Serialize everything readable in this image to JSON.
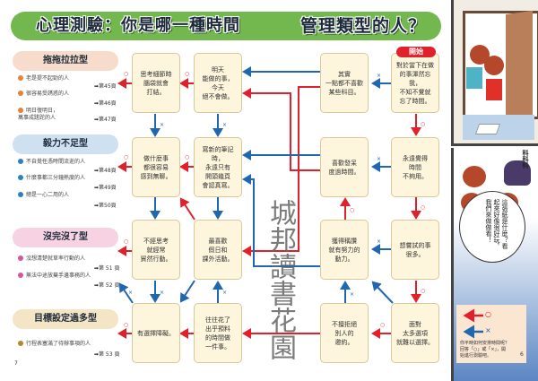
{
  "header": {
    "title_left": "心理測驗：你是哪一種時間",
    "title_right": "管理類型的人？"
  },
  "marks": {
    "yes": "○",
    "no": "×"
  },
  "start_label": "開始",
  "questions": {
    "c1": [
      "思考細節時\n腦袋就會\n打結。",
      "做什麼事\n都很容易\n感到無聊。",
      "不經思考\n就經常\n貿然行動。",
      "有選擇障礙。"
    ],
    "c2": [
      "明天\n能做的事，\n今天\n絕不會做。",
      "寫新的筆記時，\n永遠只有\n開頭幾頁\n會認真寫。",
      "最喜歡\n假日和\n課外活動。",
      "往往花了\n出乎預料\n的時間做\n一件事。"
    ],
    "c3": [
      "其實\n一點都不喜歡\n某些科目。",
      "喜歡發呆\n度過時間。",
      "獲得稱讚\n就有努力的\n動力。",
      "不擅拒絕\n別人的\n邀約。"
    ],
    "c4": [
      "對於當下在做\n的事渾然忘我，\n不知不覺就\n忘了時間。",
      "永遠覺得\n時間\n不夠用。",
      "想嘗試的事\n很多。",
      "面對\n太多選項\n就難以選擇。"
    ]
  },
  "types": [
    {
      "name": "拖拖拉拉型",
      "color": "#f8dccb",
      "dot": "#e8813a",
      "items": [
        {
          "text": "老是提不起勁的人",
          "page": "➡第45頁"
        },
        {
          "text": "很容易受誘惑的人",
          "page": "➡第46頁"
        },
        {
          "text": "明日復明日，\n萬事成蹉跎的人",
          "page": "➡第47頁"
        }
      ]
    },
    {
      "name": "毅力不足型",
      "color": "#cfe0f1",
      "dot": "#2f7fc6",
      "items": [
        {
          "text": "不自覺任憑時間流逝的人",
          "page": "➡第48頁"
        },
        {
          "text": "什麼事都三分鐘熱度的人",
          "page": "➡第49頁"
        },
        {
          "text": "總是一心二用的人",
          "page": "➡第50頁"
        }
      ]
    },
    {
      "name": "沒完沒了型",
      "color": "#f7d2e2",
      "dot": "#d9559a",
      "items": [
        {
          "text": "沒想清楚就草率行動的人",
          "page": "➡第 51 頁"
        },
        {
          "text": "無法中途放棄手邊事務的人",
          "page": "➡第 52 頁"
        }
      ]
    },
    {
      "name": "目標設定過多型",
      "color": "#f4e6c4",
      "dot": "#b08a2a",
      "items": [
        {
          "text": "行程表塞滿了待辦事項的人",
          "page": "➡第 53 頁"
        }
      ]
    }
  ],
  "comic": {
    "speech": "這張紙是什麼？看起來好像很好玩，我們來做做看！",
    "sfx": "科科科"
  },
  "legend": {
    "yes": "○",
    "no": "×",
    "text": "你平時如何安排時間呢？\n回答「○」或「×」，開\n始進行測驗吧。"
  },
  "page_numbers": {
    "left": "7",
    "right": "6"
  },
  "watermark": "城邦讀書花園",
  "colors": {
    "yes": "#e0202a",
    "no": "#1f67b1",
    "header": "#72b84e"
  }
}
